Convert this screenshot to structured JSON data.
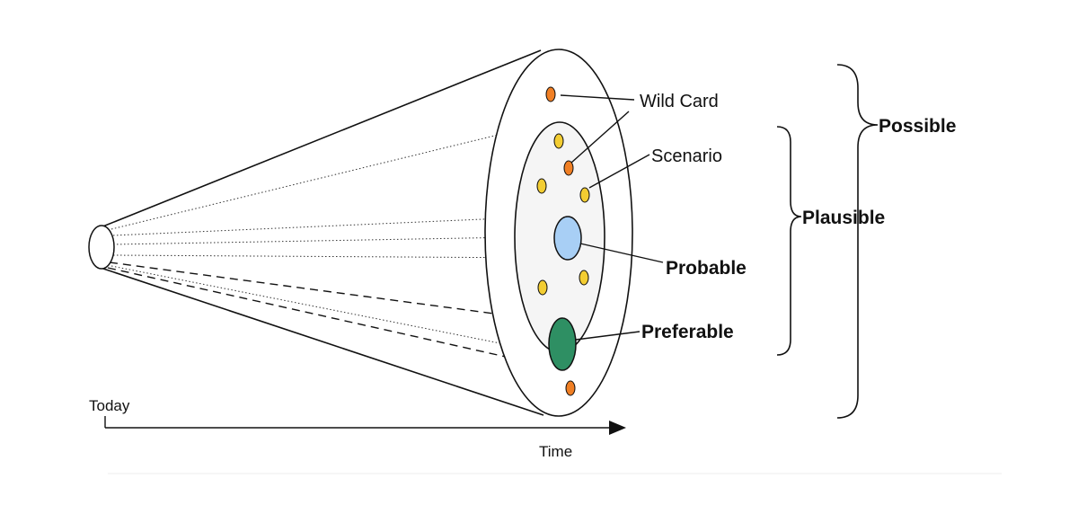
{
  "labels": {
    "wild_card": "Wild Card",
    "scenario": "Scenario",
    "probable": "Probable",
    "preferable": "Preferable",
    "plausible": "Plausible",
    "possible": "Possible",
    "today": "Today",
    "time": "Time"
  },
  "colors": {
    "wild_card_dot": "#f07f24",
    "scenario_dot": "#f3cd32",
    "probable_disc": "#a8cff5",
    "preferable_disc": "#2e8f63",
    "inner_fill": "#f5f5f5",
    "line": "#111111"
  }
}
